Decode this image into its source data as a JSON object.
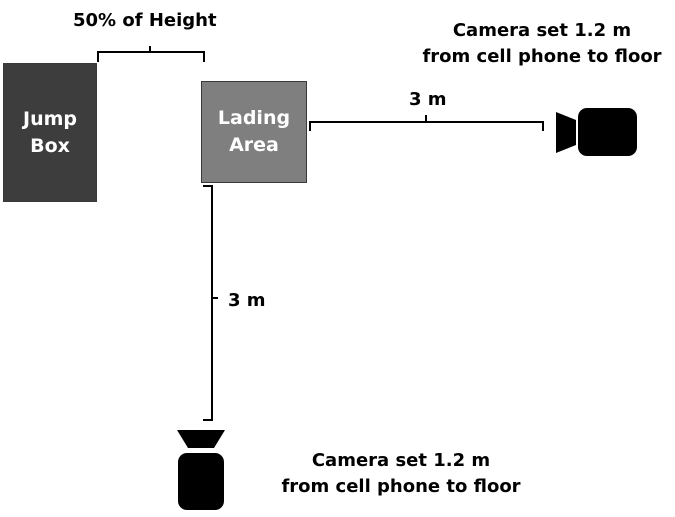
{
  "colors": {
    "jump_box": "#3d3d3d",
    "landing_area": "#7f7f7f",
    "lines": "#000000",
    "camera": "#000000"
  },
  "jump_box": {
    "line1": "Jump",
    "line2": "Box"
  },
  "landing_area": {
    "line1": "Lading",
    "line2": "Area"
  },
  "height_label": "50% of Height",
  "horizontal_distance": "3 m",
  "vertical_distance": "3 m",
  "camera_right": {
    "line1": "Camera set 1.2 m",
    "line2": "from cell phone to floor",
    "icon": "video-camera-icon"
  },
  "camera_bottom": {
    "line1": "Camera set 1.2 m",
    "line2": "from cell phone to floor",
    "icon": "video-camera-icon"
  }
}
